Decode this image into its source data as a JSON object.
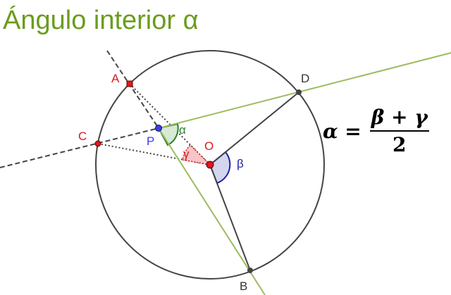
{
  "title": "Ángulo interior α",
  "points": {
    "A": "A",
    "B": "B",
    "C": "C",
    "D": "D",
    "O": "O",
    "P": "P"
  },
  "angles": {
    "alpha": "α",
    "beta": "β",
    "gamma": "γ"
  },
  "formula": {
    "lhs": "α =",
    "numerator": "β + γ",
    "denominator": "2"
  },
  "colors": {
    "title": "#6b9c1e",
    "green_line": "#9dbb5f",
    "point_red": "#e0171b",
    "point_blue": "#3c3cf0",
    "beta": "#2020a0",
    "alpha": "#2e7d32"
  }
}
